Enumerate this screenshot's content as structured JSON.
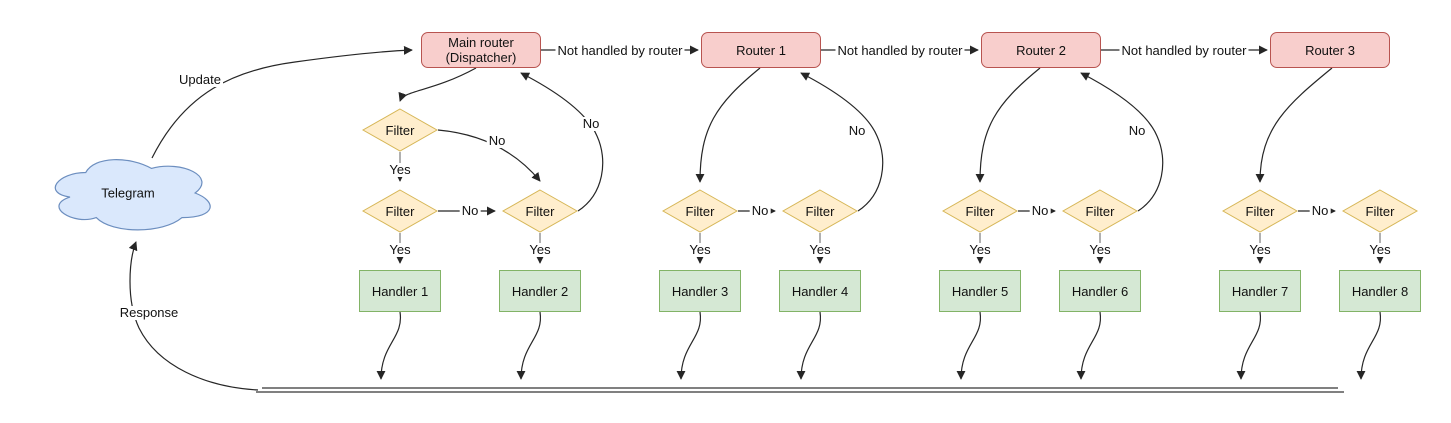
{
  "diagram": {
    "cloud": {
      "label": "Telegram"
    },
    "nodes": {
      "dispatcher": "Main router\n(Dispatcher)",
      "router1": "Router 1",
      "router2": "Router 2",
      "router3": "Router 3",
      "filter": "Filter",
      "handlers": [
        "Handler 1",
        "Handler 2",
        "Handler 3",
        "Handler 4",
        "Handler 5",
        "Handler 6",
        "Handler 7",
        "Handler 8"
      ]
    },
    "edge_labels": {
      "update": "Update",
      "response": "Response",
      "not_handled": "Not handled by router",
      "yes": "Yes",
      "no": "No"
    },
    "colors": {
      "cloud_fill": "#dae8fc",
      "cloud_stroke": "#6c8ebf",
      "router_fill": "#f8cecc",
      "router_stroke": "#b85450",
      "filter_fill": "#ffeecd",
      "filter_stroke": "#d6b656",
      "handler_fill": "#d5e8d4",
      "handler_stroke": "#82b366",
      "edge_line": "#262626"
    }
  }
}
